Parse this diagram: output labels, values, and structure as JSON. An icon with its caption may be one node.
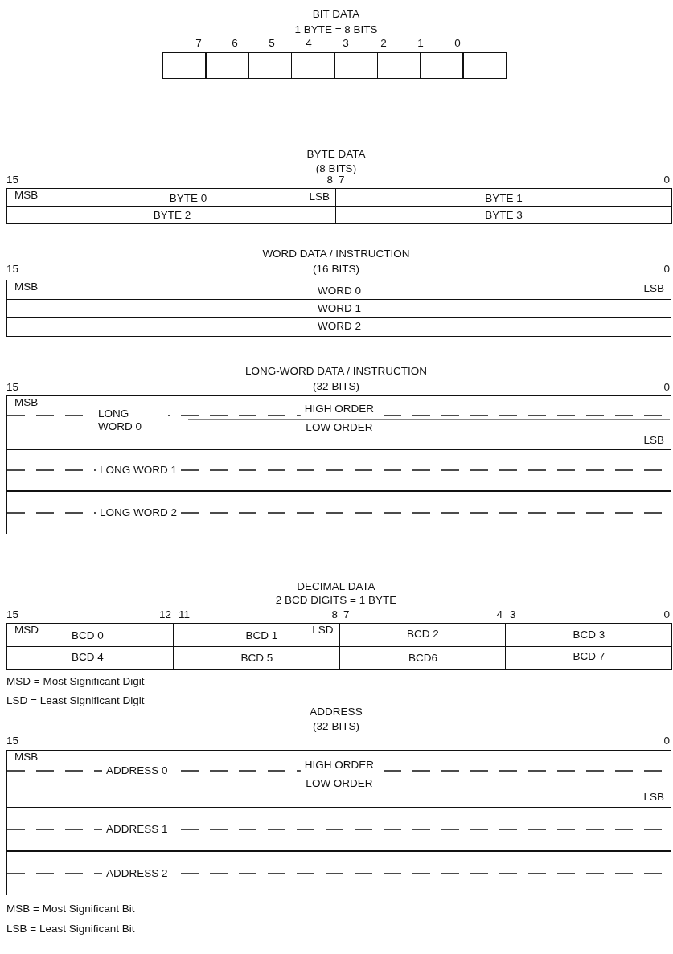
{
  "diagram": {
    "nodes": [
      {
        "text": [],
        "shape": "box"
      },
      {
        "text": [],
        "shape": "box"
      },
      {
        "text": [],
        "shape": "box"
      },
      {
        "text": [],
        "shape": "box"
      },
      {
        "text": [],
        "shape": "box"
      },
      {
        "text": [],
        "shape": "box"
      },
      {
        "text": [],
        "shape": "box"
      },
      {
        "text": [],
        "shape": "box"
      },
      {
        "text": [
          "MSB",
          "BYTE 0",
          "LSB"
        ]
      },
      {
        "text": [
          "BYTE 1"
        ]
      },
      {
        "text": [
          "BYTE 2"
        ]
      },
      {
        "text": [
          "BYTE 3"
        ]
      },
      {
        "text": [
          "MSB",
          "WORD 0",
          "LSB"
        ]
      },
      {
        "text": [
          "WORD 1"
        ]
      },
      {
        "text": [
          "WORD 2"
        ]
      },
      {
        "text": [
          "MSB",
          "LONG WORD 0",
          "HIGH ORDER",
          "LOW ORDER",
          "LSB"
        ]
      },
      {
        "text": [
          "LONG WORD 1"
        ]
      },
      {
        "text": [
          "LONG WORD 2"
        ]
      },
      {
        "text": [
          "MSD",
          "BCD 0"
        ]
      },
      {
        "text": [
          "BCD 1",
          "LSD"
        ]
      },
      {
        "text": [
          "BCD 2"
        ]
      },
      {
        "text": [
          "BCD 3"
        ]
      },
      {
        "text": [
          "BCD 4"
        ]
      },
      {
        "text": [
          "BCD 5"
        ]
      },
      {
        "text": [
          "BCD6"
        ]
      },
      {
        "text": [
          "BCD 7"
        ]
      },
      {
        "text": [
          "MSB",
          "ADDRESS 0",
          "HIGH ORDER",
          "LOW ORDER",
          "LSB"
        ]
      },
      {
        "text": [
          "ADDRESS 1"
        ]
      },
      {
        "text": [
          "ADDRESS 2"
        ]
      }
    ],
    "labels": [
      "BIT DATA",
      "1 BYTE = 8 BITS",
      "7",
      "6",
      "5",
      "4",
      "3",
      "2",
      "1",
      "0",
      "BYTE DATA",
      "(8 BITS)",
      "15",
      "8",
      "7",
      "0",
      "WORD DATA / INSTRUCTION",
      "15",
      "(16 BITS)",
      "0",
      "LONG-WORD DATA / INSTRUCTION",
      "15",
      "(32 BITS)",
      "0",
      "DECIMAL DATA",
      "2 BCD DIGITS = 1 BYTE",
      "15",
      "12",
      "11",
      "8",
      "7",
      "4",
      "3",
      "0",
      "MSD = Most Significant Digit",
      "LSD = Least Significant Digit",
      "ADDRESS",
      "(32 BITS)",
      "15",
      "0",
      "MSB = Most Significant Bit",
      "LSB = Least Significant Bit"
    ]
  }
}
